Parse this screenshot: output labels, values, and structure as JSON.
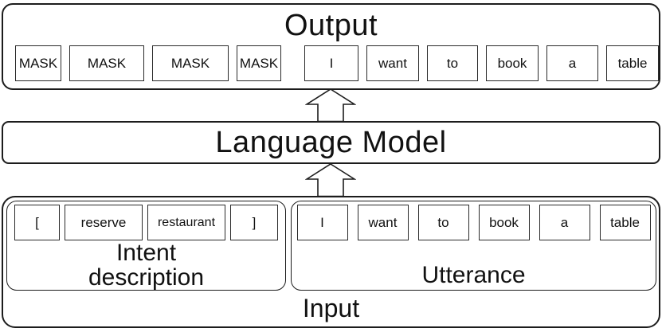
{
  "output": {
    "title": "Output",
    "tokens": [
      "MASK",
      "MASK",
      "MASK",
      "MASK",
      "I",
      "want",
      "to",
      "book",
      "a",
      "table"
    ]
  },
  "language_model": {
    "title": "Language Model"
  },
  "input": {
    "title": "Input",
    "intent": {
      "label": "Intent\ndescription",
      "tokens": [
        "[",
        "reserve",
        "restaurant",
        "]"
      ]
    },
    "utterance": {
      "label": "Utterance",
      "tokens": [
        "I",
        "want",
        "to",
        "book",
        "a",
        "table"
      ]
    }
  },
  "colors": {
    "stroke": "#1c1c1c",
    "background": "#ffffff"
  }
}
